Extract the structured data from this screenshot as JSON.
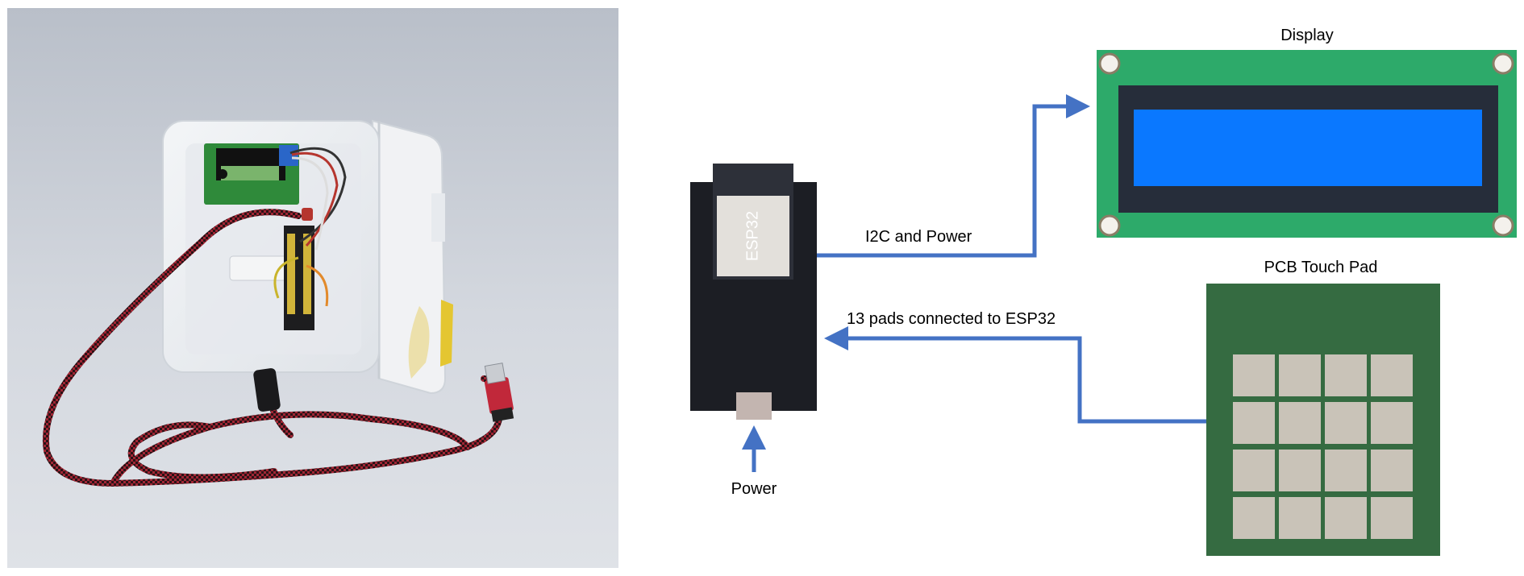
{
  "diagram": {
    "esp32": {
      "chip_label": "ESP32"
    },
    "display": {
      "title": "Display"
    },
    "touch_pad": {
      "title": "PCB Touch Pad",
      "pad_rows": 4,
      "pad_cols": 4
    },
    "connections": {
      "i2c": {
        "label": "I2C and Power"
      },
      "pads": {
        "label": "13 pads connected to ESP32"
      },
      "power": {
        "label": "Power"
      }
    },
    "colors": {
      "arrow": "#4472c4",
      "esp32_body": "#1c1e24",
      "lcd_board": "#2daa6a",
      "lcd_frame": "#262d3a",
      "lcd_screen": "#0a78ff",
      "touch_board": "#356b41",
      "touch_pad": "#c9c3b8"
    }
  }
}
